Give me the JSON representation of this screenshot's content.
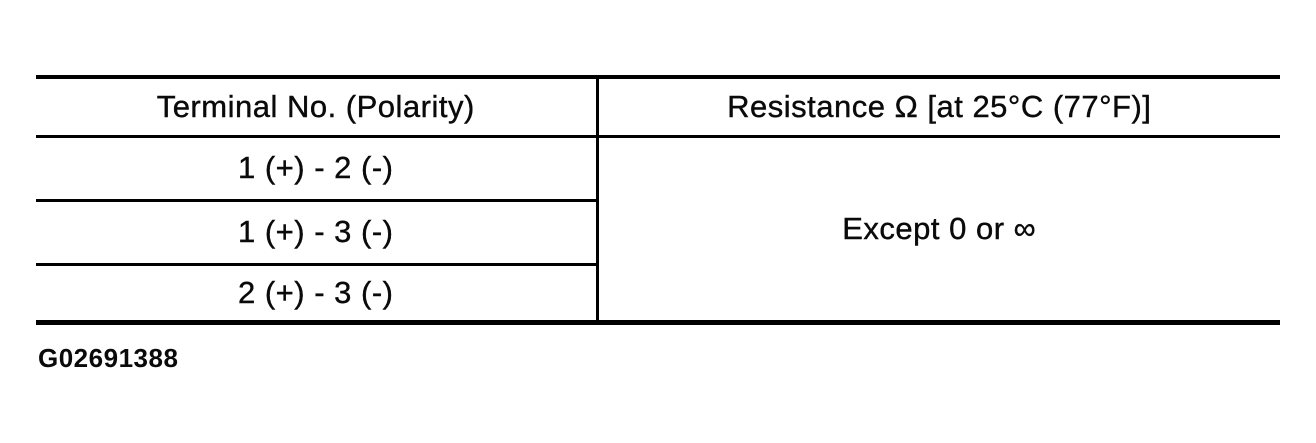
{
  "table": {
    "headers": {
      "terminal": "Terminal No. (Polarity)",
      "resistance": "Resistance Ω [at 25°C (77°F)]"
    },
    "rows": [
      {
        "terminal": "1 (+) - 2 (-)"
      },
      {
        "terminal": "1 (+) - 3 (-)"
      },
      {
        "terminal": "2 (+) - 3 (-)"
      }
    ],
    "merged_resistance_value": "Except 0 or ∞"
  },
  "caption": {
    "figure_id": "G02691388"
  },
  "colors": {
    "background": "#ffffff",
    "line": "#000000",
    "text": "#0a0a0a"
  }
}
